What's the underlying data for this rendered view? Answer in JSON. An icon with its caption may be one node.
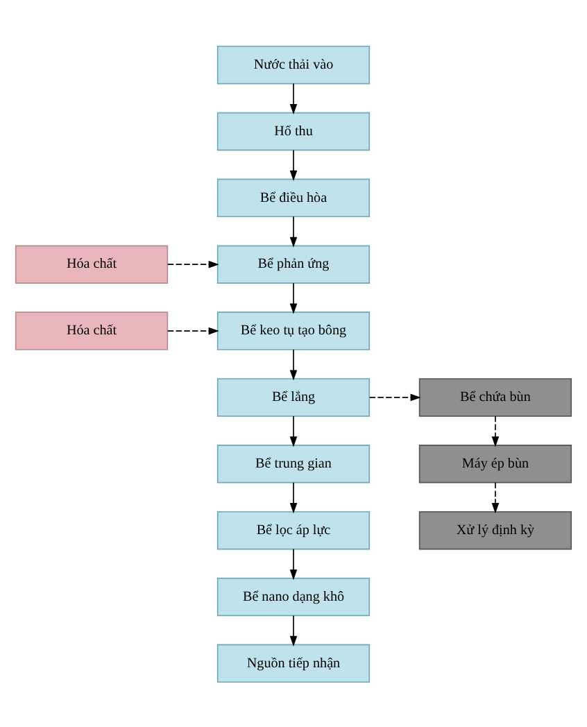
{
  "diagram": {
    "nodes": [
      {
        "text": [
          "Nước thải vào"
        ]
      },
      {
        "text": [
          "Hố thu"
        ]
      },
      {
        "text": [
          "Bể điều hòa"
        ]
      },
      {
        "text": [
          "Hóa chất"
        ]
      },
      {
        "text": [
          "Bể phản ứng"
        ]
      },
      {
        "text": [
          "Hóa chất"
        ]
      },
      {
        "text": [
          "Bể keo tụ tạo bông"
        ]
      },
      {
        "text": [
          "Bể lắng"
        ]
      },
      {
        "text": [
          "Bể chứa bùn"
        ]
      },
      {
        "text": [
          "Bể trung gian"
        ]
      },
      {
        "text": [
          "Máy ép bùn"
        ]
      },
      {
        "text": [
          "Bể lọc áp lực"
        ]
      },
      {
        "text": [
          "Xử lý định kỳ"
        ]
      },
      {
        "text": [
          "Bể nano dạng khô"
        ]
      },
      {
        "text": [
          "Nguồn tiếp nhận"
        ]
      }
    ],
    "edges": [
      {
        "from": 0,
        "to": 1,
        "arrow": "to"
      },
      {
        "from": 1,
        "to": 2,
        "arrow": "to"
      },
      {
        "from": 2,
        "to": 4,
        "arrow": "to"
      },
      {
        "from": 3,
        "to": 4,
        "arrow": "to",
        "style": "dashed"
      },
      {
        "from": 4,
        "to": 6,
        "arrow": "to"
      },
      {
        "from": 5,
        "to": 6,
        "arrow": "to",
        "style": "dashed"
      },
      {
        "from": 6,
        "to": 7,
        "arrow": "to"
      },
      {
        "from": 7,
        "to": 8,
        "arrow": "to",
        "style": "dashed"
      },
      {
        "from": 7,
        "to": 9,
        "arrow": "to"
      },
      {
        "from": 8,
        "to": 10,
        "arrow": "to",
        "style": "dashed"
      },
      {
        "from": 9,
        "to": 11,
        "arrow": "to"
      },
      {
        "from": 10,
        "to": 12,
        "arrow": "to",
        "style": "dashed"
      },
      {
        "from": 11,
        "to": 13,
        "arrow": "to"
      },
      {
        "from": 13,
        "to": 14,
        "arrow": "to"
      }
    ]
  }
}
